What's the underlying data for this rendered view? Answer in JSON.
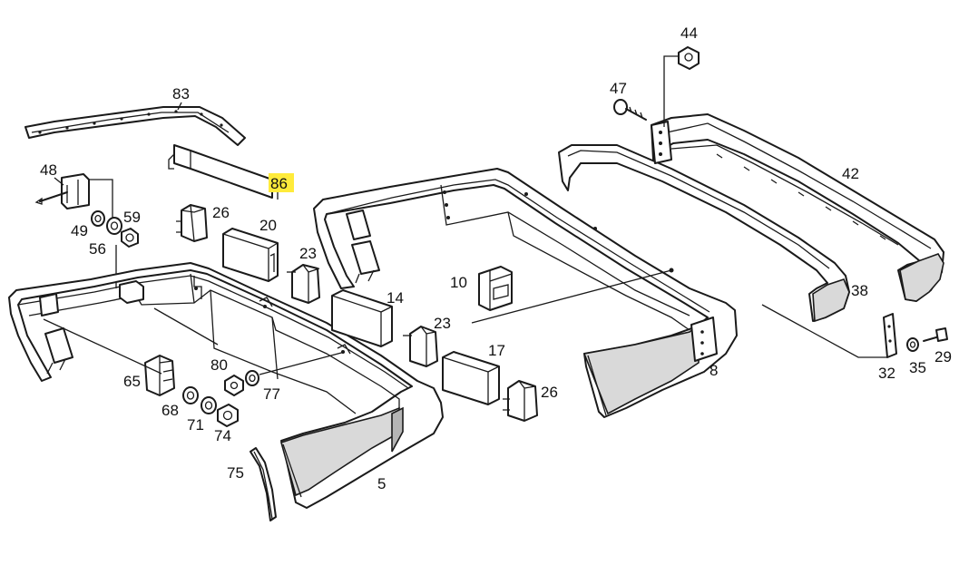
{
  "highlight_color": "#ffeb3b",
  "callouts": {
    "c83": "83",
    "c86": "86",
    "c48": "48",
    "c59": "59",
    "c49": "49",
    "c56": "56",
    "c26a": "26",
    "c20": "20",
    "c23a": "23",
    "c14": "14",
    "c10": "10",
    "c23b": "23",
    "c17": "17",
    "c26b": "26",
    "c65": "65",
    "c80": "80",
    "c68": "68",
    "c77": "77",
    "c71": "71",
    "c74": "74",
    "c75": "75",
    "c5": "5",
    "c8": "8",
    "c44": "44",
    "c47": "47",
    "c42": "42",
    "c38": "38",
    "c32": "32",
    "c35": "35",
    "c29": "29"
  },
  "highlighted_callout": "86"
}
